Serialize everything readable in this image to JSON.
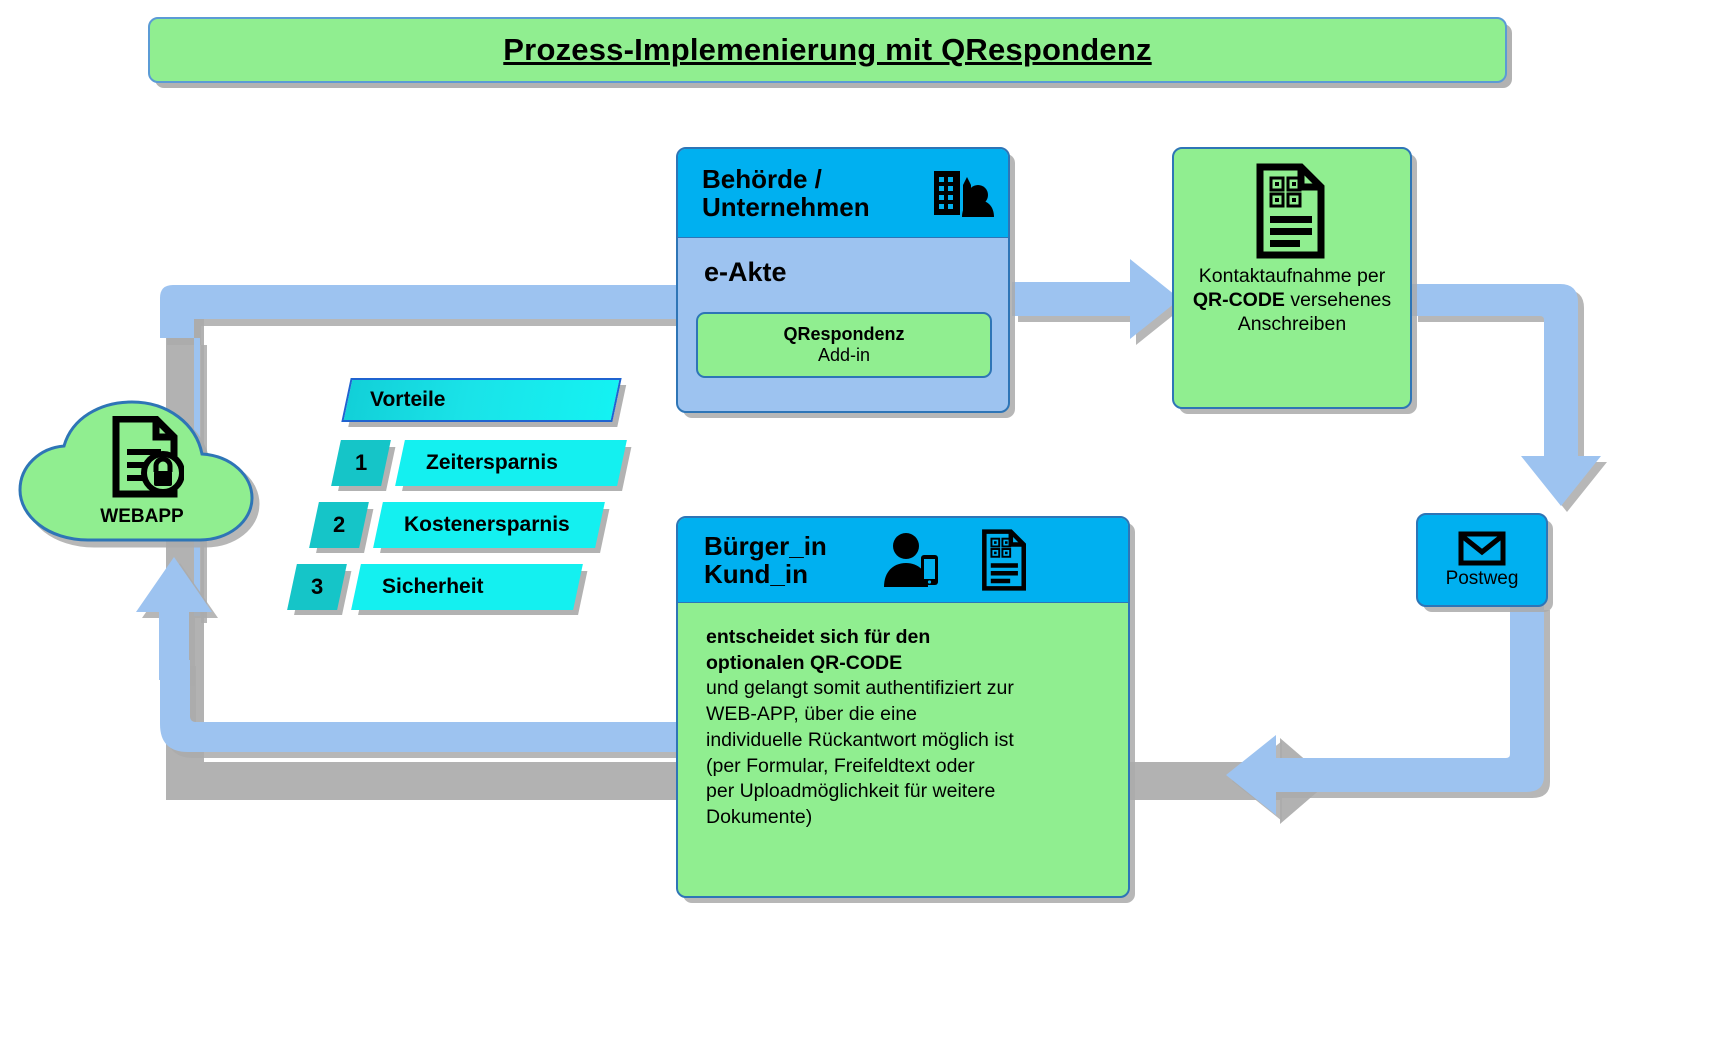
{
  "title": {
    "text": "Prozess-Implemenierung mit QRespondenz"
  },
  "colors": {
    "banner_green": "#90EE90",
    "header_blue": "#00B0F0",
    "body_light_blue": "#9DC3F0",
    "arrow_blue": "#9DC3F0",
    "border_blue": "#2E75B6",
    "benefit_cyan": "#14F0F0",
    "benefit_number_teal": "#15C5C8",
    "shadow_grey": "#AAAAAA"
  },
  "webapp": {
    "label": "WEBAPP",
    "icon": "document-lock-icon",
    "shape": "cloud"
  },
  "benefits": {
    "header_label": "Vorteile",
    "items": [
      {
        "number": "1",
        "label": "Zeitersparnis"
      },
      {
        "number": "2",
        "label": "Kostenersparnis"
      },
      {
        "number": "3",
        "label": "Sicherheit"
      }
    ]
  },
  "authority": {
    "header_line1": "Behörde /",
    "header_line2": "Unternehmen",
    "header_icon": "building-person-icon",
    "section_label": "e-Akte",
    "addin": {
      "line1": "QRespondenz",
      "line2": "Add-in"
    }
  },
  "contact": {
    "icon": "qr-document-icon",
    "text_parts": [
      {
        "text": "Kontaktaufnahme ",
        "bold": false
      },
      {
        "text": "per ",
        "bold": false
      },
      {
        "text": "QR-CODE",
        "bold": true
      },
      {
        "text": " versehenes Anschreiben",
        "bold": false
      }
    ],
    "plain_text": "Kontaktaufnahme per QR-CODE versehenes Anschreiben"
  },
  "postal": {
    "icon": "envelope-icon",
    "label": "Postweg"
  },
  "citizen": {
    "header_line1": "Bürger_in",
    "header_line2": "Kund_in",
    "header_icon_1": "person-smartphone-icon",
    "header_icon_2": "qr-document-icon",
    "body": {
      "bold_line1": "entscheidet sich für den",
      "bold_line2": "optionalen QR-CODE",
      "line3": "und gelangt somit authentifiziert zur",
      "line4": "WEB-APP, über die eine",
      "line5": "individuelle Rückantwort möglich ist",
      "line6": "(per Formular, Freifeldtext oder",
      "line7": "per Uploadmöglichkeit für weitere",
      "line8": "Dokumente)"
    }
  },
  "flow": {
    "arrows": [
      {
        "name": "webapp-to-authority",
        "direction": "right"
      },
      {
        "name": "authority-to-contact",
        "direction": "right"
      },
      {
        "name": "contact-to-postal",
        "direction": "down"
      },
      {
        "name": "postal-to-citizen",
        "direction": "left"
      },
      {
        "name": "citizen-to-webapp",
        "direction": "up"
      }
    ]
  }
}
